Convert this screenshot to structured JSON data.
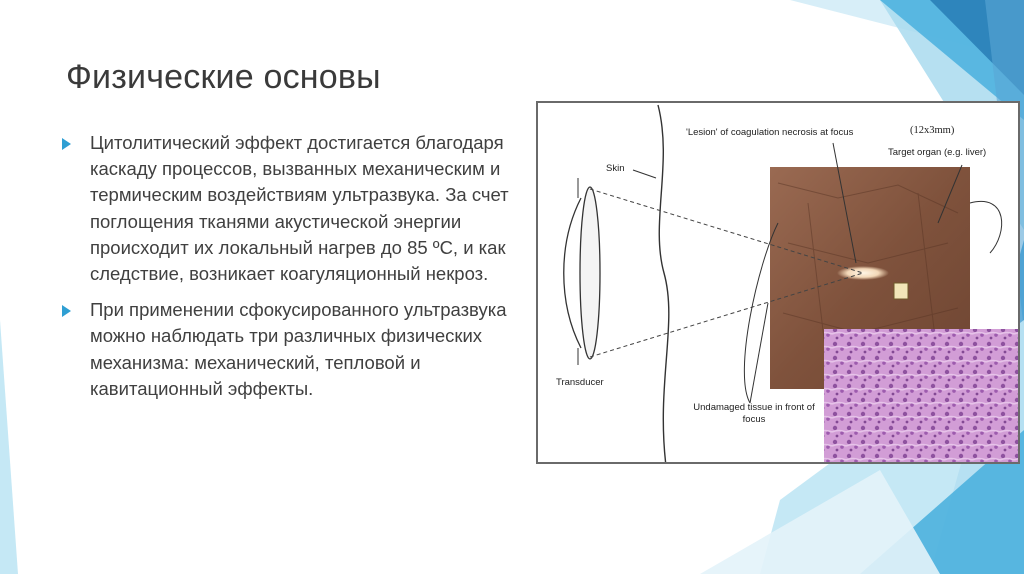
{
  "slide": {
    "title": "Физические основы",
    "bullets": [
      "Цитолитический эффект достигается благодаря каскаду процессов, вызванных механическим и термическим воздействиям ультразвука. За счет поглощения тканями акустической энергии происходит их локальный нагрев до 85 ºС, и как следствие, возникает коагуляционный некроз.",
      "При применении сфокусированного ультразвука можно наблюдать три различных физических механизма: механический, тепловой и кавитационный эффекты."
    ]
  },
  "figure": {
    "labels": {
      "lesion": "'Lesion' of coagulation necrosis at focus",
      "size": "(12x3mm)",
      "target": "Target organ (e.g. liver)",
      "skin": "Skin",
      "transducer": "Transducer",
      "undamaged": "Undamaged tissue in front of focus"
    }
  },
  "colors": {
    "accent": "#2f9fd3",
    "title": "#3a3a3a",
    "text": "#404040",
    "liver": "#8a5a44",
    "histology": "#c98ccf"
  },
  "icons": [
    "bullet-arrow-icon",
    "focused-ultrasound-diagram"
  ]
}
